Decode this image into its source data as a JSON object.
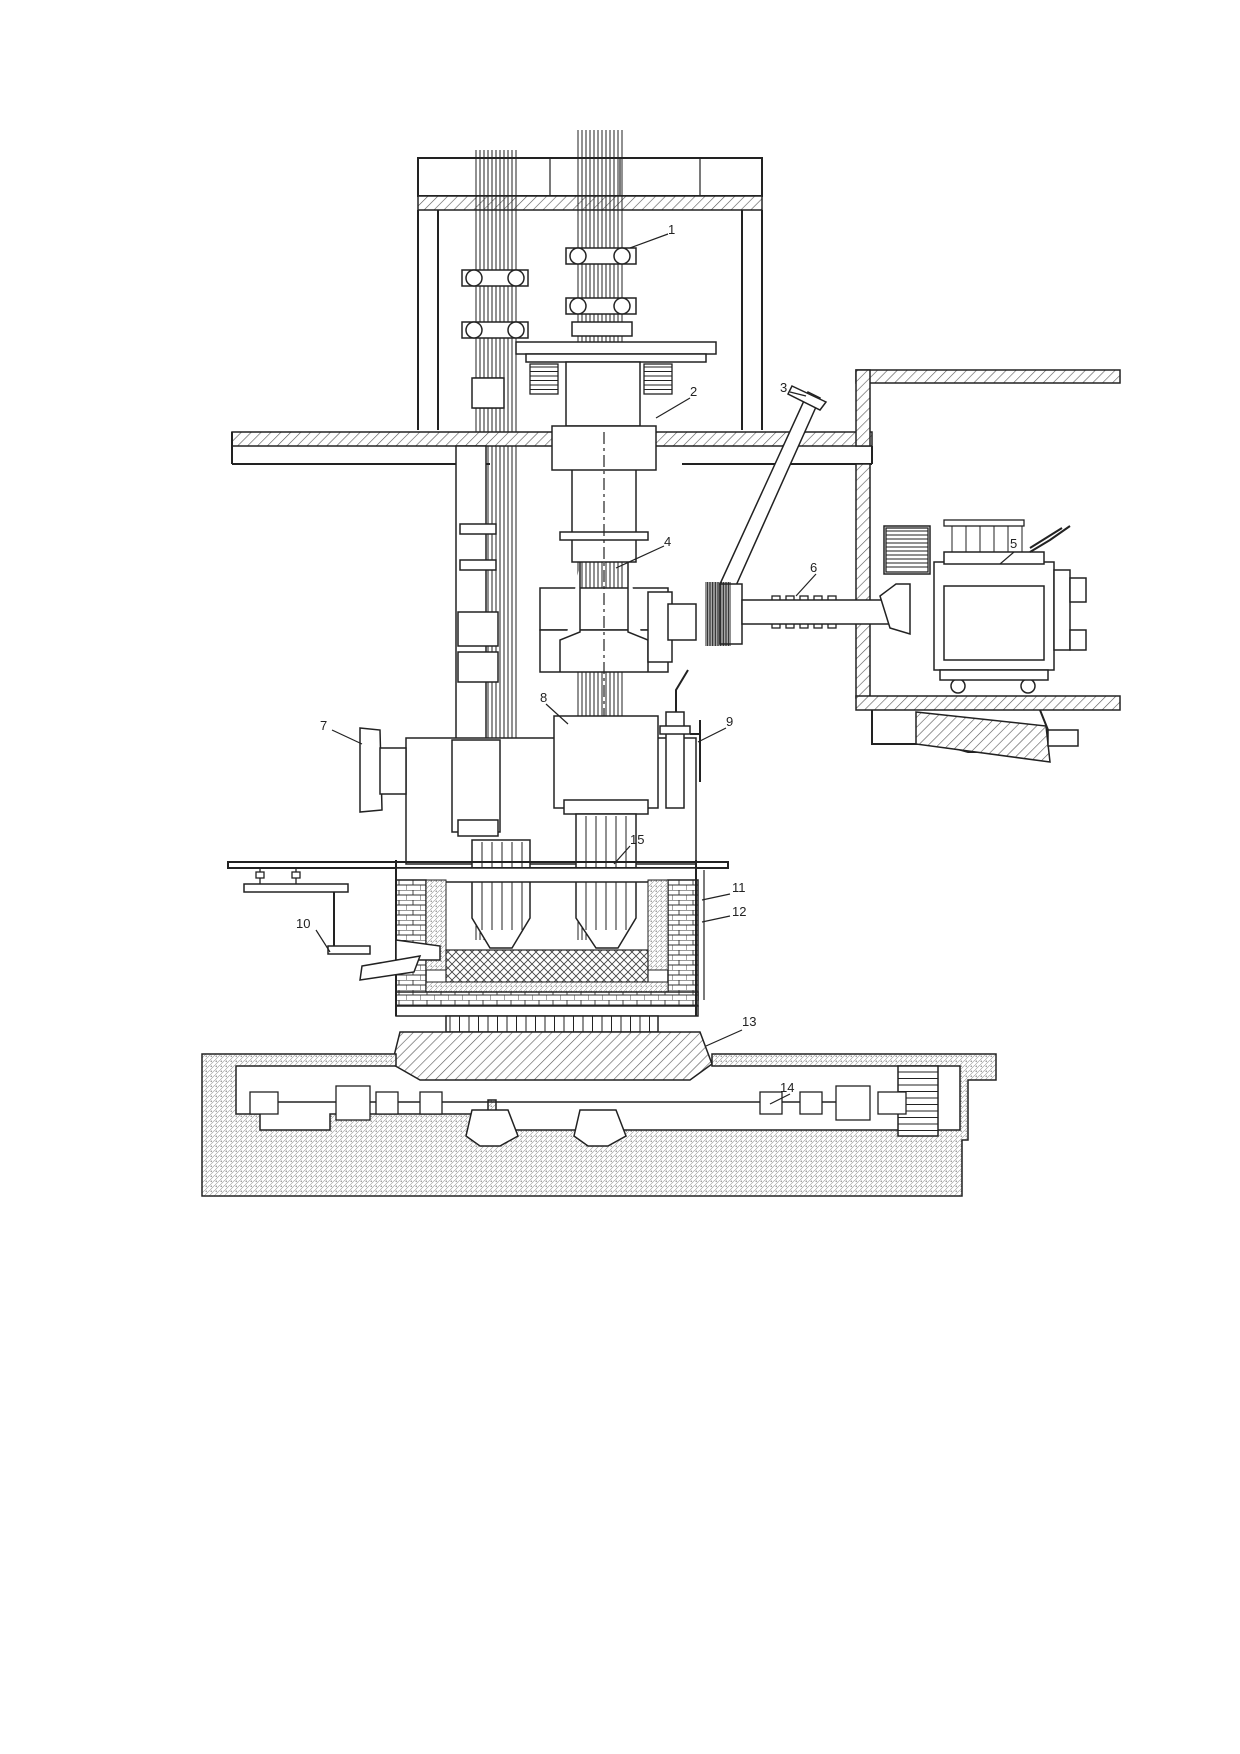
{
  "diagram": {
    "labels": [
      "1",
      "2",
      "3",
      "4",
      "5",
      "6",
      "7",
      "8",
      "9",
      "10",
      "11",
      "12",
      "13",
      "14",
      "15"
    ],
    "colors": {
      "line": "#222222",
      "background": "#ffffff",
      "hatch": "#555555"
    }
  }
}
